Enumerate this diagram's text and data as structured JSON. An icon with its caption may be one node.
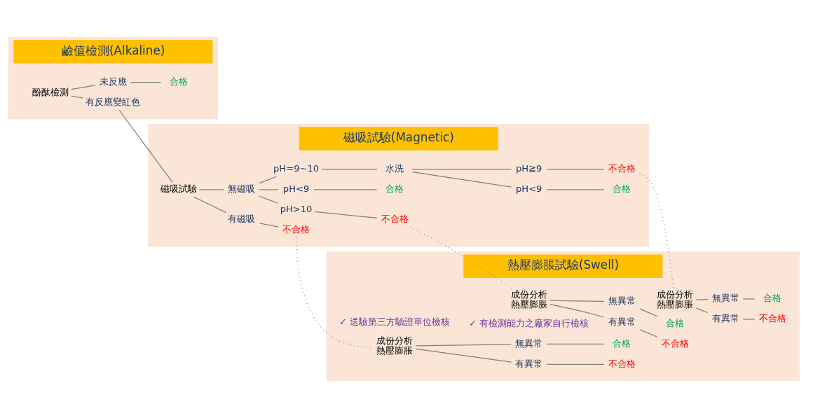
{
  "diagram": {
    "nodes": [
      {
        "text": [
          "鹼值檢測(Alkaline)"
        ]
      },
      {
        "text": [
          "磁吸試驗(Magnetic)"
        ]
      },
      {
        "text": [
          "熱壓膨脹試驗(Swell)"
        ]
      },
      {
        "text": [
          "酚酞檢測"
        ],
        "in": 0
      },
      {
        "text": [
          "未反應"
        ],
        "in": 0
      },
      {
        "text": [
          "合格"
        ],
        "in": 0
      },
      {
        "text": [
          "有反應變紅色"
        ],
        "in": 0
      },
      {
        "text": [
          "磁吸試驗"
        ],
        "in": 1
      },
      {
        "text": [
          "無磁吸"
        ],
        "in": 1
      },
      {
        "text": [
          "有磁吸"
        ],
        "in": 1
      },
      {
        "text": [
          "pH>10"
        ],
        "in": 1
      },
      {
        "text": [
          "pH=9~10"
        ],
        "in": 1
      },
      {
        "text": [
          "pH<9"
        ],
        "in": 1
      },
      {
        "text": [
          "合格"
        ],
        "in": 1
      },
      {
        "text": [
          "水洗"
        ],
        "in": 1
      },
      {
        "text": [
          "pH<9"
        ],
        "in": 1
      },
      {
        "text": [
          "合格"
        ],
        "in": 1
      },
      {
        "text": [
          "pH≧9"
        ],
        "in": 1
      },
      {
        "text": [
          "不合格"
        ],
        "in": 1
      },
      {
        "text": [
          "不合格"
        ],
        "in": 1
      },
      {
        "text": [
          "不合格"
        ],
        "in": 1
      },
      {
        "text": [
          "成份分析",
          "熱壓膨脹"
        ],
        "in": 2
      },
      {
        "text": [
          "有異常"
        ],
        "in": 2
      },
      {
        "text": [
          "不合格"
        ],
        "in": 2
      },
      {
        "text": [
          "無異常"
        ],
        "in": 2
      },
      {
        "text": [
          "合格"
        ],
        "in": 2
      },
      {
        "text": [
          "成份分析",
          "熱壓膨脹"
        ],
        "in": 2
      },
      {
        "text": [
          "有異常"
        ],
        "in": 2
      },
      {
        "text": [
          "不合格"
        ],
        "in": 2
      },
      {
        "text": [
          "無異常"
        ],
        "in": 2
      },
      {
        "text": [
          "合格"
        ],
        "in": 2
      },
      {
        "text": [
          "成份分析",
          "熱壓膨脹"
        ],
        "in": 2
      },
      {
        "text": [
          "有異常"
        ],
        "in": 2
      },
      {
        "text": [
          "不合格"
        ],
        "in": 2
      },
      {
        "text": [
          "無異常"
        ],
        "in": 2
      },
      {
        "text": [
          "合格"
        ],
        "in": 2
      }
    ],
    "edges": [
      {
        "from": 3,
        "to": 4,
        "arrow": "none"
      },
      {
        "from": 4,
        "to": 5,
        "arrow": "none"
      },
      {
        "from": 3,
        "to": 6,
        "arrow": "none"
      },
      {
        "from": 6,
        "to": 7,
        "arrow": "none"
      },
      {
        "from": 7,
        "to": 8,
        "arrow": "none"
      },
      {
        "from": 7,
        "to": 9,
        "arrow": "none"
      },
      {
        "from": 8,
        "to": 10,
        "arrow": "none"
      },
      {
        "from": 8,
        "to": 11,
        "arrow": "none"
      },
      {
        "from": 8,
        "to": 12,
        "arrow": "none"
      },
      {
        "from": 12,
        "to": 13,
        "arrow": "none"
      },
      {
        "from": 11,
        "to": 14,
        "arrow": "none"
      },
      {
        "from": 14,
        "to": 15,
        "arrow": "none"
      },
      {
        "from": 15,
        "to": 16,
        "arrow": "none"
      },
      {
        "from": 14,
        "to": 17,
        "arrow": "none"
      },
      {
        "from": 10,
        "to": 18,
        "arrow": "none"
      },
      {
        "from": 17,
        "to": 19,
        "arrow": "none"
      },
      {
        "from": 9,
        "to": 20,
        "arrow": "none"
      },
      {
        "from": 18,
        "to": 21,
        "arrow": "none",
        "style": "dashed"
      },
      {
        "from": 21,
        "to": 22,
        "arrow": "none"
      },
      {
        "from": 22,
        "to": 23,
        "arrow": "none"
      },
      {
        "from": 21,
        "to": 24,
        "arrow": "none"
      },
      {
        "from": 24,
        "to": 25,
        "arrow": "none"
      },
      {
        "from": 19,
        "to": 26,
        "arrow": "none",
        "style": "dashed"
      },
      {
        "from": 26,
        "to": 27,
        "arrow": "none"
      },
      {
        "from": 27,
        "to": 28,
        "arrow": "none"
      },
      {
        "from": 26,
        "to": 29,
        "arrow": "none"
      },
      {
        "from": 29,
        "to": 30,
        "arrow": "none"
      },
      {
        "from": 20,
        "to": 31,
        "arrow": "none",
        "style": "dashed"
      },
      {
        "from": 31,
        "to": 32,
        "arrow": "none"
      },
      {
        "from": 32,
        "to": 33,
        "arrow": "none"
      },
      {
        "from": 31,
        "to": 34,
        "arrow": "none"
      },
      {
        "from": 34,
        "to": 35,
        "arrow": "none"
      }
    ],
    "labels": [
      "✓ 送驗第三方驗證單位檢核",
      "✓ 有檢測能力之廠家自行檢核"
    ]
  }
}
